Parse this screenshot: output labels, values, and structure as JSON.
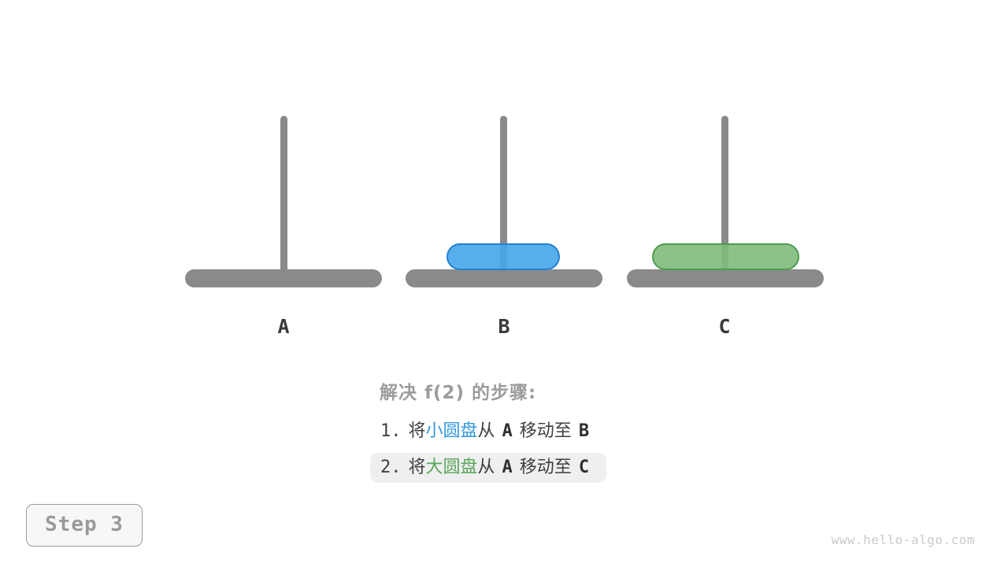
{
  "figure": {
    "kind": "tower-of-hanoi-diagram",
    "towers": [
      {
        "label": "A"
      },
      {
        "label": "B"
      },
      {
        "label": "C"
      }
    ],
    "disks": [
      {
        "name": "small-disk",
        "on_tower": "B",
        "fill": "#44a6ea",
        "border": "#2381d0"
      },
      {
        "name": "large-disk",
        "on_tower": "C",
        "fill": "#7ebb7a",
        "border": "#4f9a50"
      }
    ],
    "panel": {
      "title": "解决 f(2) 的步骤:",
      "steps": [
        {
          "num": "1.",
          "pre": "将",
          "disk": "小圆盘",
          "mid": "从",
          "from": "A",
          "move": "移动至",
          "to": "B",
          "disk_color": "#3498db",
          "highlighted": false
        },
        {
          "num": "2.",
          "pre": "将",
          "disk": "大圆盘",
          "mid": "从",
          "from": "A",
          "move": "移动至",
          "to": "C",
          "disk_color": "#5aa65a",
          "highlighted": true
        }
      ]
    },
    "badge": {
      "label": "Step 3"
    },
    "watermark": "www.hello-algo.com",
    "colors": {
      "peg": "#8a8a8a",
      "base": "#8a8a8a",
      "tower_label_text": "#3a3a3a",
      "title_text": "#9c9c9c",
      "step_text": "#3f3f3f",
      "highlight_bg": "#efefef",
      "badge_text": "#9a9a9a",
      "badge_border": "#9c9c9c",
      "badge_bg": "#f7f7f7",
      "watermark_text": "#cbcbcb",
      "background": "#ffffff"
    }
  }
}
